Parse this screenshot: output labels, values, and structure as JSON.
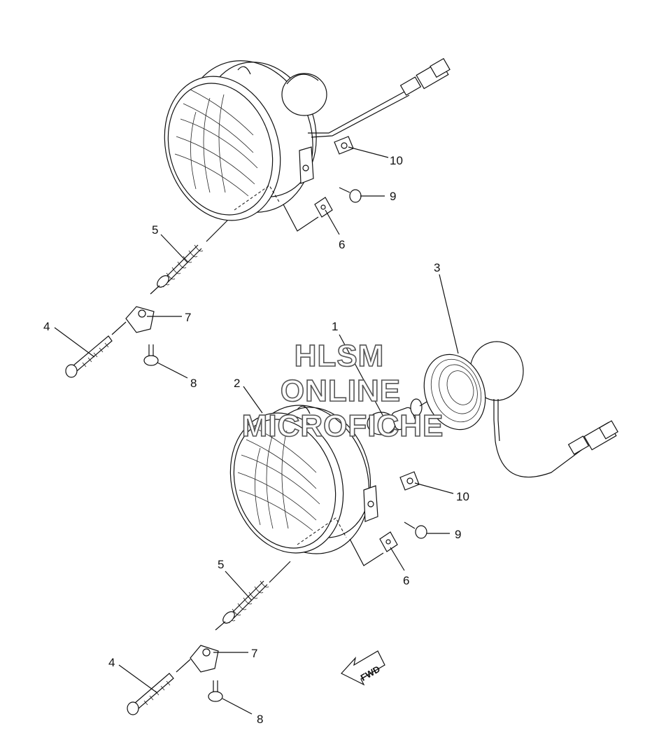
{
  "callouts": {
    "c1": "1",
    "c2": "2",
    "c3": "3",
    "c4a": "4",
    "c4b": "4",
    "c5a": "5",
    "c5b": "5",
    "c6a": "6",
    "c6b": "6",
    "c7a": "7",
    "c7b": "7",
    "c8a": "8",
    "c8b": "8",
    "c9a": "9",
    "c9b": "9",
    "c10a": "10",
    "c10b": "10"
  },
  "watermark": {
    "line1": "HLSM",
    "line2": "ONLINE",
    "line3": "MICROFICHE"
  },
  "fwd_arrow": {
    "label": "FWD"
  }
}
